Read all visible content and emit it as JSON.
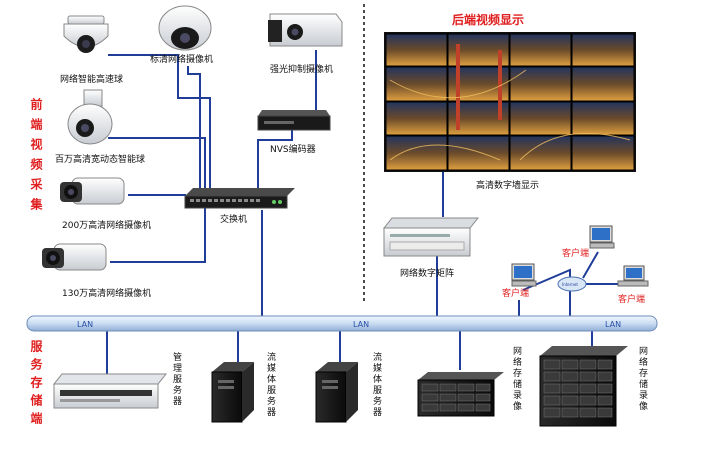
{
  "sections": {
    "front": "前端视频采集",
    "back": "后端视频显示",
    "storage": "服务存储端"
  },
  "devices": {
    "speed_dome": "网络智能高速球",
    "sd_camera": "标清网络摄像机",
    "glare_camera": "强光抑制摄像机",
    "wdr_dome": "百万高清宽动态智能球",
    "nvs_encoder": "NVS编码器",
    "bullet_2mp": "200万高清网络摄像机",
    "bullet_1_3mp": "130万高清网络摄像机",
    "switch": "交换机",
    "video_wall": "高清数字墙显示",
    "matrix": "网络数字矩阵",
    "client_1": "客户端",
    "client_2": "客户端",
    "client_3": "客户端",
    "internet": "Internet",
    "mgmt_server": "管理服务器",
    "stream_server_1": "流媒体服务器",
    "stream_server_2": "流媒体服务器",
    "nvr_1": "网络存储录像",
    "nvr_2": "网络存储录像"
  },
  "lan": [
    "LAN",
    "LAN",
    "LAN"
  ],
  "colors": {
    "line": "#1f3d99",
    "title": "#e02020",
    "lan_bar": "#cfe0f4"
  }
}
